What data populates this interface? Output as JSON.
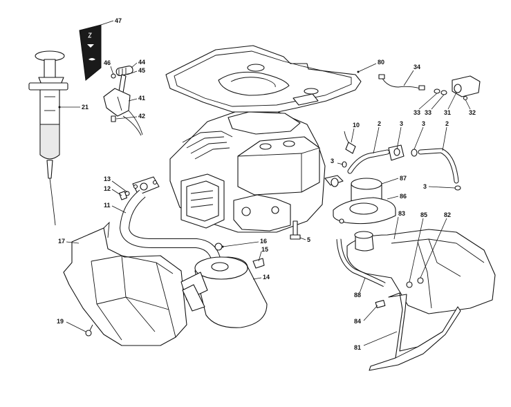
{
  "diagram": {
    "callouts": [
      {
        "id": "47",
        "label": "47"
      },
      {
        "id": "46",
        "label": "46"
      },
      {
        "id": "44",
        "label": "44"
      },
      {
        "id": "45",
        "label": "45"
      },
      {
        "id": "41",
        "label": "41"
      },
      {
        "id": "42",
        "label": "42"
      },
      {
        "id": "21",
        "label": "21"
      },
      {
        "id": "80",
        "label": "80"
      },
      {
        "id": "34",
        "label": "34"
      },
      {
        "id": "33a",
        "label": "33"
      },
      {
        "id": "33b",
        "label": "33"
      },
      {
        "id": "31",
        "label": "31"
      },
      {
        "id": "32",
        "label": "32"
      },
      {
        "id": "10",
        "label": "10"
      },
      {
        "id": "2a",
        "label": "2"
      },
      {
        "id": "3a",
        "label": "3"
      },
      {
        "id": "3b",
        "label": "3"
      },
      {
        "id": "2b",
        "label": "2"
      },
      {
        "id": "3c",
        "label": "3"
      },
      {
        "id": "3d",
        "label": "3"
      },
      {
        "id": "13",
        "label": "13"
      },
      {
        "id": "12",
        "label": "12"
      },
      {
        "id": "11",
        "label": "11"
      },
      {
        "id": "87",
        "label": "87"
      },
      {
        "id": "86",
        "label": "86"
      },
      {
        "id": "83",
        "label": "83"
      },
      {
        "id": "85",
        "label": "85"
      },
      {
        "id": "82",
        "label": "82"
      },
      {
        "id": "5",
        "label": "5"
      },
      {
        "id": "17",
        "label": "17"
      },
      {
        "id": "16",
        "label": "16"
      },
      {
        "id": "15",
        "label": "15"
      },
      {
        "id": "14",
        "label": "14"
      },
      {
        "id": "88",
        "label": "88"
      },
      {
        "id": "84",
        "label": "84"
      },
      {
        "id": "19",
        "label": "19"
      },
      {
        "id": "81",
        "label": "81"
      }
    ]
  }
}
